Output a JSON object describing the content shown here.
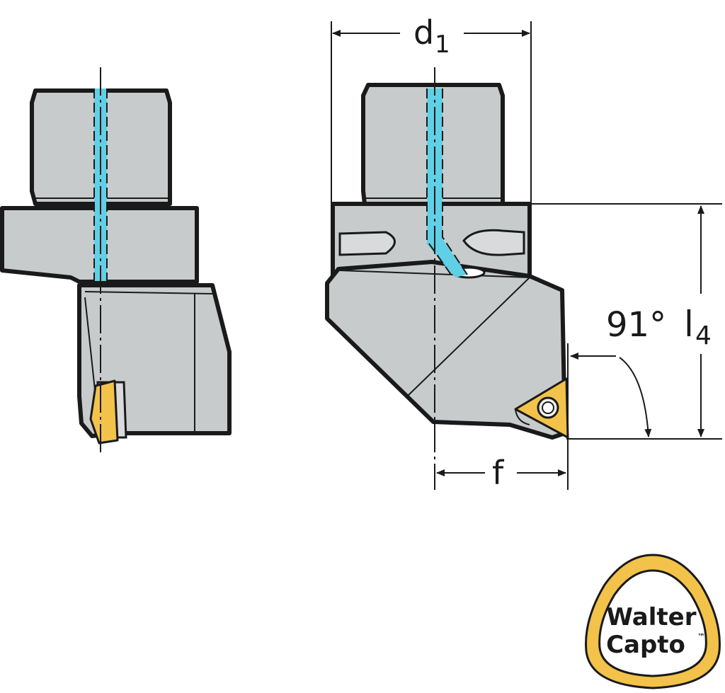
{
  "dimensions": {
    "d1": {
      "symbol": "d",
      "subscript": "1"
    },
    "l4": {
      "symbol": "l",
      "subscript": "4"
    },
    "f": {
      "symbol": "f"
    },
    "angle": {
      "value": "91°"
    }
  },
  "logo": {
    "line1": "Walter",
    "line2": "Capto",
    "trademark": "™"
  },
  "colors": {
    "body": "#c8cbcc",
    "outline": "#1a1a1a",
    "coolant": "#5fd0e6",
    "insert": "#f2c24a",
    "logo_ring": "#f2c24a"
  }
}
